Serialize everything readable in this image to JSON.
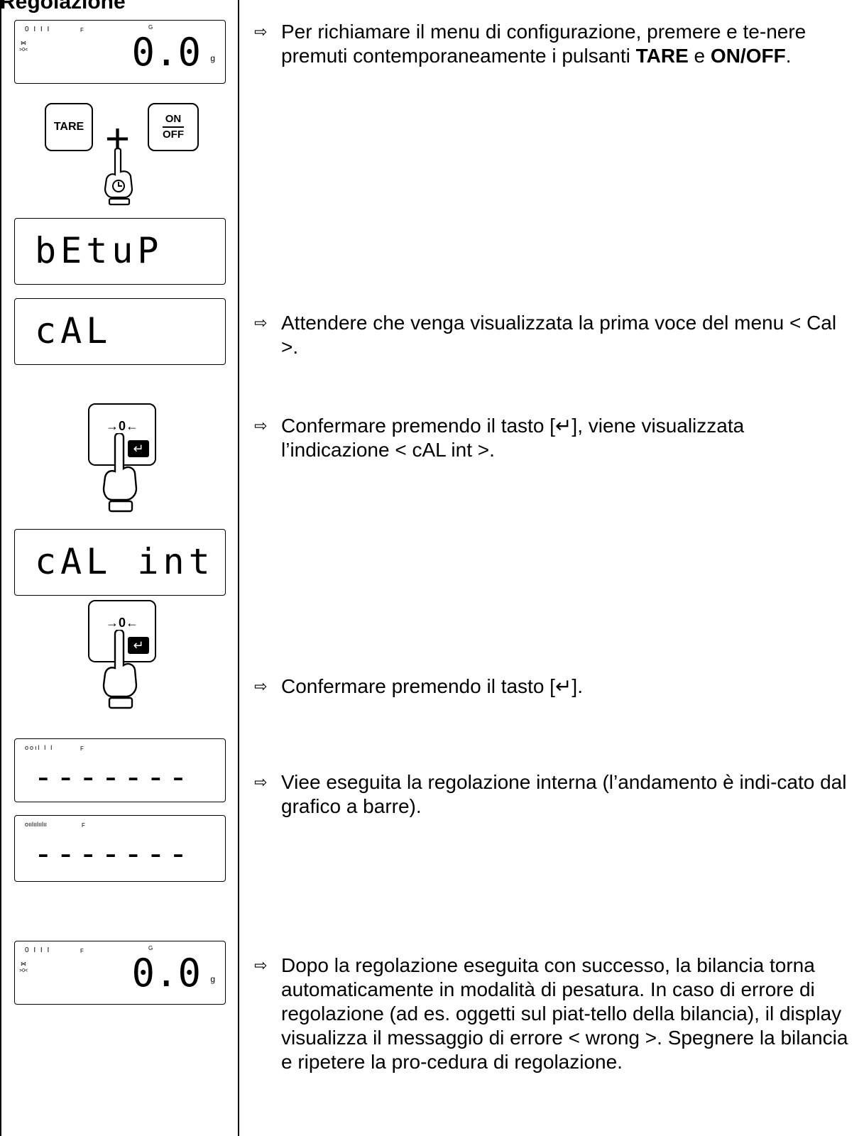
{
  "heading": "Regolazione",
  "displays": {
    "initial": {
      "segments": "0 I I I",
      "f_label": "F",
      "g_label": "G",
      "stability": "⋈",
      "stability_sub": ">0<",
      "value": "0.0",
      "unit": "g"
    },
    "setup": {
      "text": "bEtuP"
    },
    "cal": {
      "text": "cAL"
    },
    "cal_int": {
      "text": "cAL int"
    },
    "progress1": {
      "bars": "ooıl I I",
      "f_label": "F",
      "dashes": "-------"
    },
    "progress2": {
      "bars": "oıılıılıılıı",
      "f_label": "F",
      "dashes": "-------"
    },
    "final": {
      "segments": "0 I I I",
      "f_label": "F",
      "g_label": "G",
      "stability": "⋈",
      "stability_sub": ">0<",
      "value": "0.0",
      "unit": "g"
    }
  },
  "keys": {
    "tare": "TARE",
    "plus": "+",
    "on": "ON",
    "off": "OFF",
    "zero": "→0←",
    "enter": "↵"
  },
  "steps": [
    {
      "arrow": "⇨",
      "text_before": "Per richiamare il menu di configurazione, premere e te-nere premuti contemporaneamente i pulsanti ",
      "bold1": "TARE",
      "mid": " e ",
      "bold2": "ON/OFF",
      "after": "."
    },
    {
      "arrow": "⇨",
      "text": "Attendere che venga visualizzata la prima voce del menu < Cal >."
    },
    {
      "arrow": "⇨",
      "text": "Confermare premendo il tasto [↵], viene visualizzata l’indicazione < cAL int >."
    },
    {
      "arrow": "⇨",
      "text": "Confermare premendo il tasto [↵]."
    },
    {
      "arrow": "⇨",
      "text": "Viee eseguita la regolazione interna (l’andamento è indi-cato dal grafico a barre)."
    },
    {
      "arrow": "⇨",
      "text": "Dopo la regolazione eseguita con successo, la bilancia torna automaticamente in modalità di pesatura. In caso di errore di regolazione (ad es. oggetti sul piat-tello della bilancia), il display visualizza il messaggio di errore < wrong >. Spegnere la bilancia e ripetere la pro-cedura di regolazione."
    }
  ]
}
